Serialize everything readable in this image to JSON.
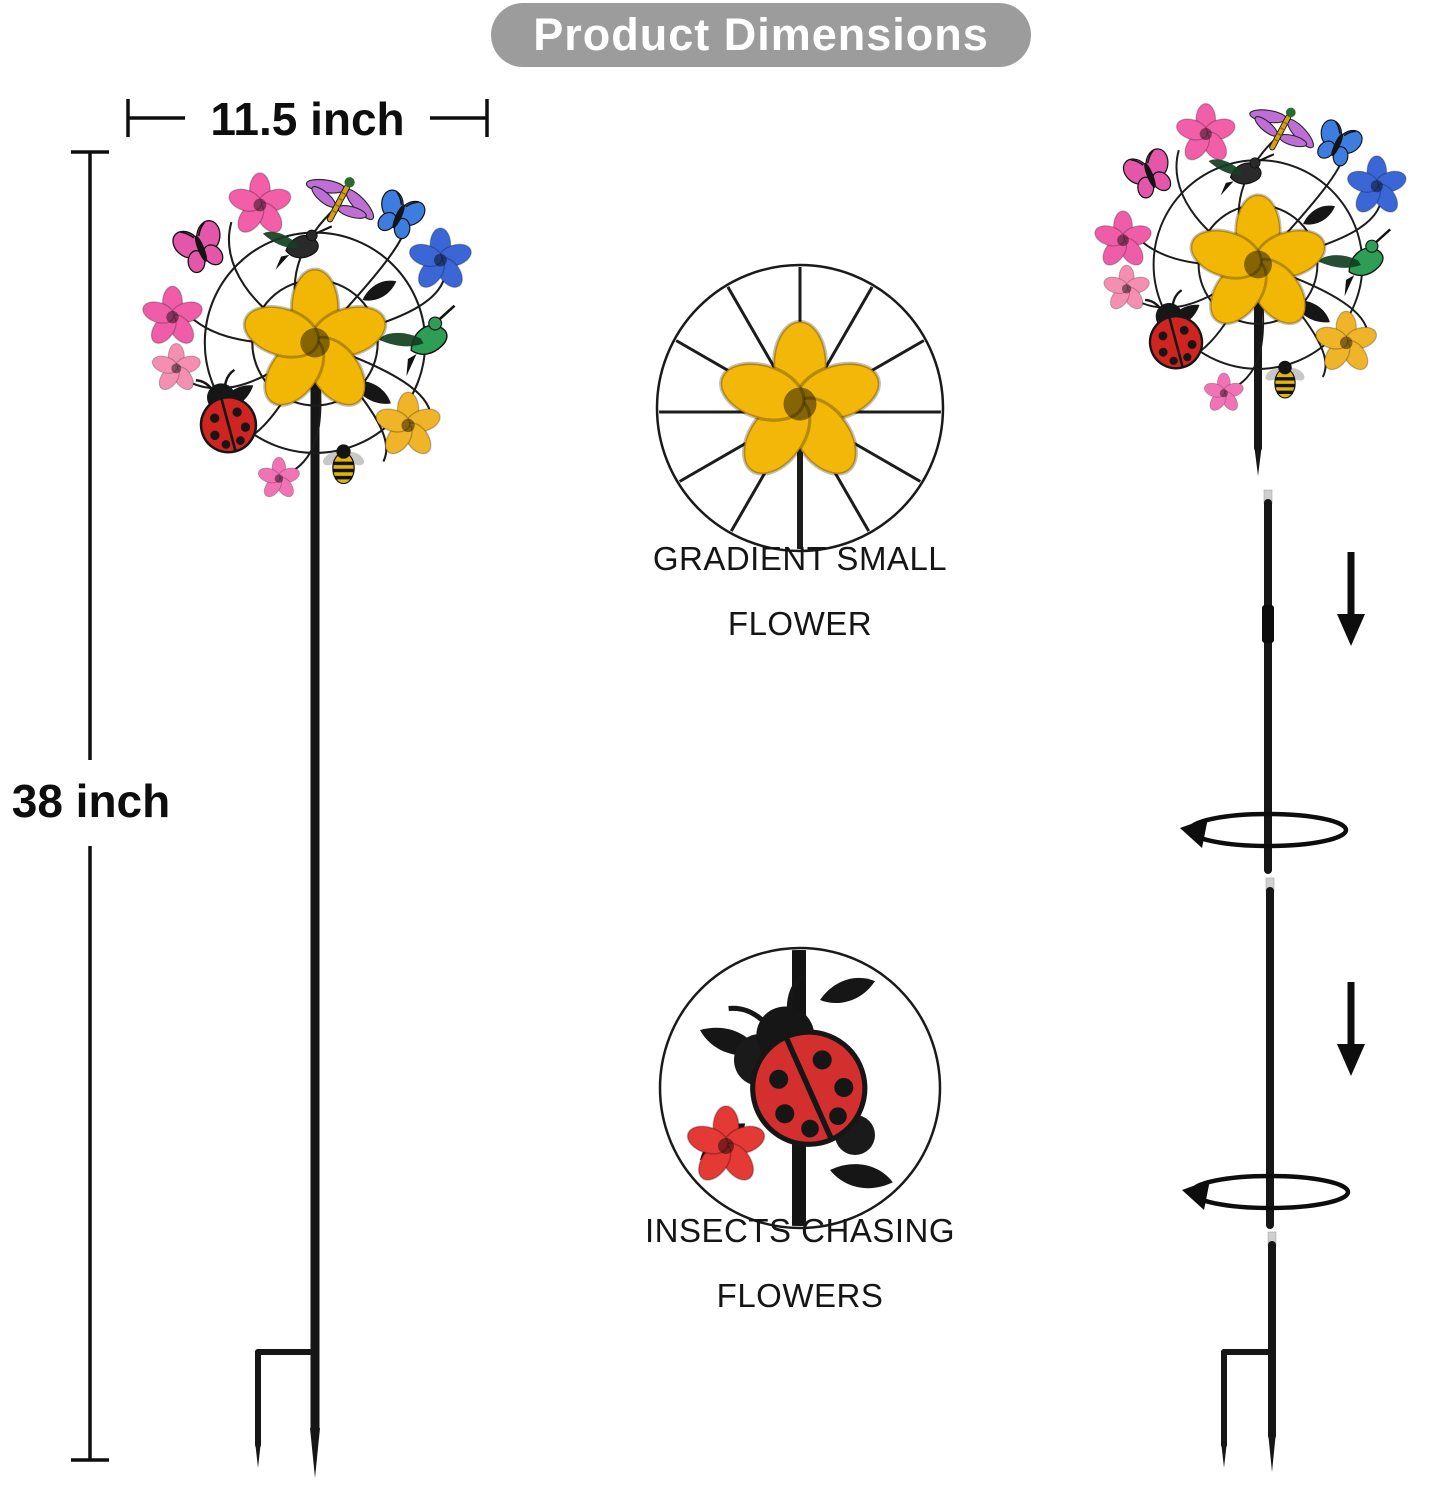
{
  "banner": {
    "title": "Product Dimensions"
  },
  "dimensions": {
    "width_label": "11.5 inch",
    "height_label": "38 inch"
  },
  "callouts": {
    "flower": {
      "line1": "GRADIENT SMALL",
      "line2": "FLOWER"
    },
    "insects": {
      "line1": "INSECTS CHASING",
      "line2": "FLOWERS"
    }
  },
  "colors": {
    "banner_gray": "#9c9c9c",
    "banner_text": "#ffffff",
    "ink": "#0e0e0e",
    "stake_black": "#161616",
    "flower_yellow": "#f2b705",
    "flower_pink": "#f25fa8",
    "flower_blue": "#3b66d6",
    "ladybug_red": "#cf2420",
    "hummingbird_green": "#2e9e57",
    "dragonfly_purple": "#b85fd0"
  },
  "graphics": {
    "spinner_elements": [
      "yellow-flower",
      "pink-flowers",
      "blue-flower",
      "butterflies",
      "dragonfly",
      "hummingbirds",
      "ladybug",
      "bee",
      "black-leaves"
    ],
    "assembly_marks": [
      "down-arrow",
      "rotate-arrow",
      "stake-segments",
      "ground-fork"
    ]
  }
}
